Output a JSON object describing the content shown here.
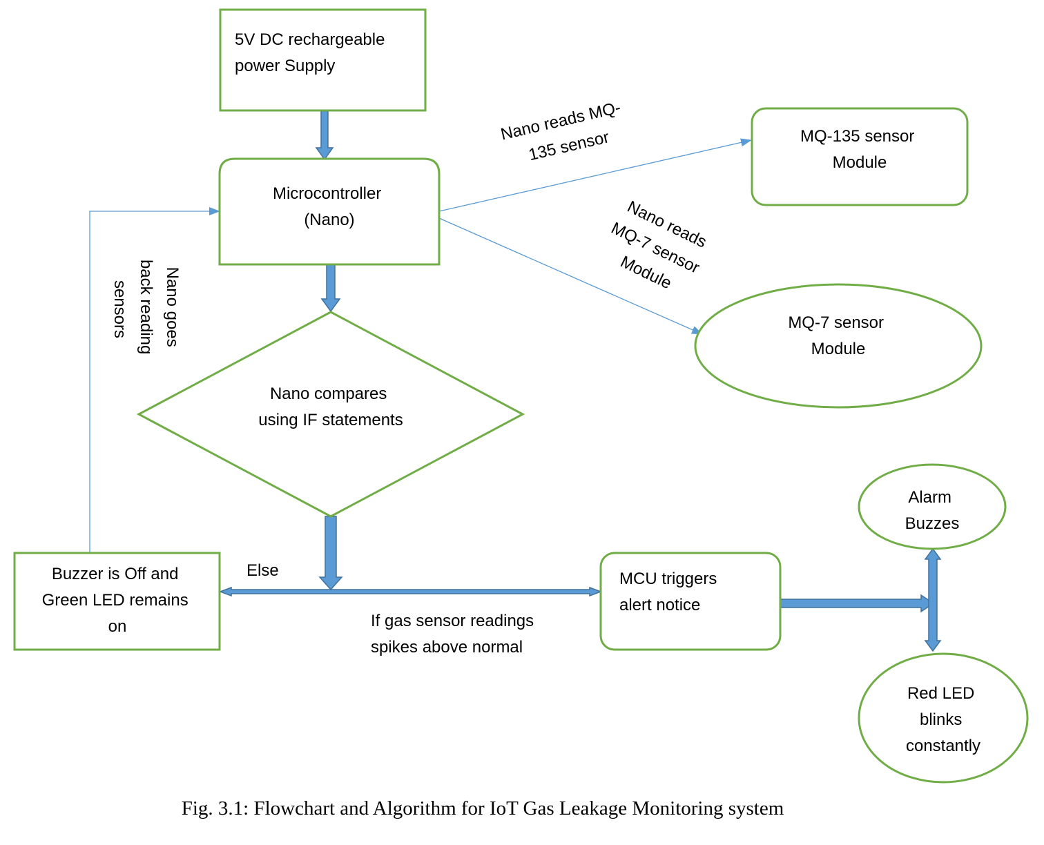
{
  "nodes": {
    "power_supply": {
      "lines": [
        "5V DC rechargeable",
        "power Supply"
      ]
    },
    "microcontroller": {
      "lines": [
        "Microcontroller",
        "(Nano)"
      ]
    },
    "mq135": {
      "lines": [
        "MQ-135 sensor",
        "Module"
      ]
    },
    "mq7": {
      "lines": [
        "MQ-7 sensor",
        "Module"
      ]
    },
    "compare": {
      "lines": [
        "Nano compares",
        "using IF statements"
      ]
    },
    "buzzer_off": {
      "lines": [
        "Buzzer  is Off and",
        "Green  LED remains",
        "on"
      ]
    },
    "mcu_alert": {
      "lines": [
        "MCU triggers",
        "alert notice"
      ]
    },
    "alarm": {
      "lines": [
        "Alarm",
        "Buzzes"
      ]
    },
    "red_led": {
      "lines": [
        "Red LED",
        "blinks",
        "constantly"
      ]
    }
  },
  "edges": {
    "reads_mq135": {
      "lines": [
        "Nano reads MQ-",
        "135 sensor"
      ]
    },
    "reads_mq7": {
      "lines": [
        "Nano reads",
        "MQ-7 sensor",
        "Module"
      ]
    },
    "goes_back": {
      "lines": [
        "Nano goes",
        "back reading",
        "sensors"
      ]
    },
    "else": {
      "lines": [
        "Else"
      ]
    },
    "gas_spike": {
      "lines": [
        "If gas sensor  readings",
        "spikes  above  normal"
      ]
    }
  },
  "caption": "Fig. 3.1: Flowchart and Algorithm for IoT Gas Leakage Monitoring system",
  "colors": {
    "node_border": "#70ad47",
    "arrow_fill": "#5b9bd5",
    "arrow_outline": "#41719c"
  }
}
